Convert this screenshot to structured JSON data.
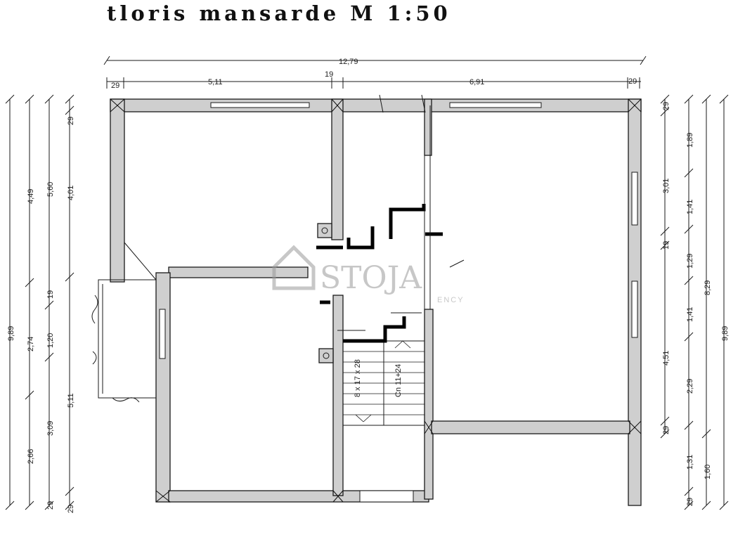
{
  "title": "tloris mansarde  M 1:50",
  "watermark": {
    "brand": "STOJA",
    "subtitle": "ENCY"
  },
  "dimensions": {
    "top_total": "12,79",
    "top_left_wall": "29",
    "top_room_left": "5,11",
    "top_mid_wall": "19",
    "top_room_right": "6,91",
    "top_right_wall": "29",
    "left_total": "9,89",
    "left_col2": [
      "4,49",
      "2,74",
      "2,66"
    ],
    "left_col3": [
      "5,60",
      "19",
      "1,20",
      "3,09",
      "29"
    ],
    "left_col4": [
      "29",
      "4,01",
      "5,11",
      "29"
    ],
    "right_col1": [
      "29",
      "3,01",
      "19",
      "4,51",
      "29"
    ],
    "right_col2": [
      "1,89",
      "1,41",
      "1,29",
      "1,41",
      "2,29",
      "1,31",
      "29"
    ],
    "right_col3": [
      "8,29",
      "1,60"
    ],
    "right_total": "9,89"
  },
  "stair_labels": [
    "8 x 17 x 28",
    "Cn 11+24"
  ],
  "colors": {
    "wall_fill": "#cfcfcf",
    "line": "#1a1a1a",
    "watermark": "#9a9a9a"
  }
}
